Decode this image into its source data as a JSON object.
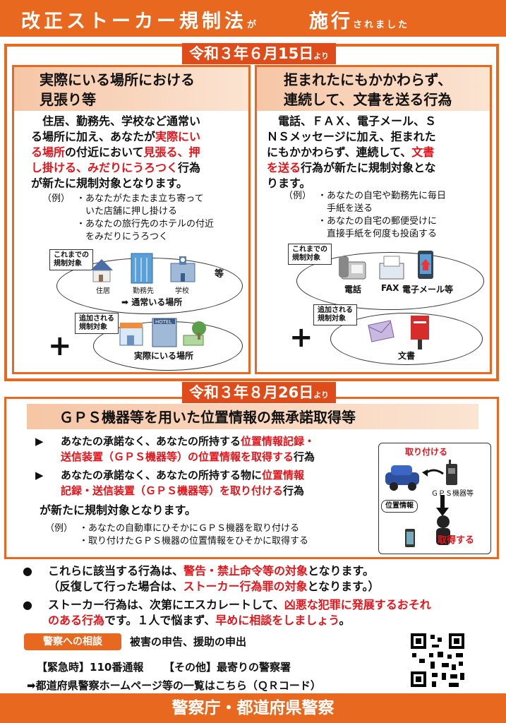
{
  "header": {
    "title_main": "改正ストーカー規制法",
    "title_ga": "が",
    "title_shiko": "施行",
    "title_tail": "されました"
  },
  "section1": {
    "date": "令和３年６月15日",
    "date_suffix": "より",
    "left": {
      "title_line1": "実際にいる場所における",
      "title_line2": "見張り等",
      "body": [
        [
          {
            "t": "　住居、勤務先、学校など通常い",
            "r": false
          }
        ],
        [
          {
            "t": "る場所に加え、あなたが",
            "r": false
          },
          {
            "t": "実際にい",
            "r": true
          }
        ],
        [
          {
            "t": "る場所",
            "r": true
          },
          {
            "t": "の付近において",
            "r": false
          },
          {
            "t": "見張る、押",
            "r": true
          }
        ],
        [
          {
            "t": "し掛ける、みだりにうろつく",
            "r": true
          },
          {
            "t": "行為",
            "r": false
          }
        ],
        [
          {
            "t": "が新たに規制対象となります。",
            "r": false
          }
        ]
      ],
      "example_label": "（例）",
      "examples": [
        "・あなたがたまたま立ち寄って",
        "　いた店舗に押し掛ける",
        "・あなたの旅行先のホテルの付近",
        "　をみだりにうろつく"
      ],
      "existing_tag": "これまでの\n規制対象",
      "existing_items": [
        "住居",
        "勤務先",
        "学校"
      ],
      "etc": "等",
      "existing_caption": "通常いる場所",
      "added_tag": "追加される\n規制対象",
      "hotel_sign": "HOTEL",
      "added_caption": "実際にいる場所"
    },
    "right": {
      "title_line1": "拒まれたにもかかわらず、",
      "title_line2": "連続して、文書を送る行為",
      "body": [
        [
          {
            "t": "　電話、ＦＡＸ、電子メール、Ｓ",
            "r": false
          }
        ],
        [
          {
            "t": "ＮＳメッセージに加え、拒まれた",
            "r": false
          }
        ],
        [
          {
            "t": "にもかかわらず、連続して、",
            "r": false
          },
          {
            "t": "文書",
            "r": true
          }
        ],
        [
          {
            "t": "を送る",
            "r": true
          },
          {
            "t": "行為が新たに規制対象とな",
            "r": false
          }
        ],
        [
          {
            "t": "ります。",
            "r": false
          }
        ]
      ],
      "example_label": "（例）",
      "examples": [
        "・あなたの自宅や勤務先に毎日",
        "　手紙を送る",
        "・あなたの自宅の郵便受けに",
        "　直接手紙を何度も投函する"
      ],
      "existing_tag": "これまでの\n規制対象",
      "existing_items": [
        "電話",
        "FAX",
        "電子メール等"
      ],
      "added_tag": "追加される\n規制対象",
      "added_caption": "文書"
    }
  },
  "section2": {
    "date": "令和３年８月26日",
    "date_suffix": "より",
    "title": "ＧＰＳ機器等を用いた位置情報の無承諾取得等",
    "bullet_mark": "▶",
    "bullets": [
      [
        [
          {
            "t": "あなたの承諾なく、あなたの所持する",
            "r": false
          },
          {
            "t": "位置情報記録・",
            "r": true
          }
        ],
        [
          {
            "t": "送信装置（ＧＰＳ機器等）の位置情報を取得する",
            "r": true
          },
          {
            "t": "行為",
            "r": false
          }
        ]
      ],
      [
        [
          {
            "t": "あなたの承諾なく、あなたの所持する物に",
            "r": false
          },
          {
            "t": "位置情報",
            "r": true
          }
        ],
        [
          {
            "t": "記録・送信装置（ＧＰＳ機器等）を取り付ける",
            "r": true
          },
          {
            "t": "行為",
            "r": false
          }
        ]
      ]
    ],
    "conclusion": "が新たに規制対象となります。",
    "example_label": "（例）",
    "examples": [
      "・あなたの自動車にひそかにＧＰＳ機器を取り付ける",
      "・取り付けたＧＰＳ機器の位置情報をひそかに取得する"
    ],
    "diagram": {
      "attach": "取り付ける",
      "gps": "ＧＰＳ機器等",
      "location": "位置情報",
      "acquire": "取得する"
    }
  },
  "notes": {
    "bullet_mark": "●",
    "items": [
      [
        [
          {
            "t": "これらに該当する行為は、",
            "r": false
          },
          {
            "t": "警告・禁止命令等の対象",
            "r": true
          },
          {
            "t": "となります。",
            "r": false
          }
        ],
        [
          {
            "t": "（反復して行った場合は、",
            "r": false
          },
          {
            "t": "ストーカー行為罪の対象",
            "r": true
          },
          {
            "t": "となります。）",
            "r": false
          }
        ]
      ],
      [
        [
          {
            "t": "ストーカー行為は、次第にエスカレートして、",
            "r": false
          },
          {
            "t": "凶悪な犯罪に発展するおそれ",
            "r": true
          }
        ],
        [
          {
            "t": "のある行為",
            "r": true
          },
          {
            "t": "です。１人で悩まず、",
            "r": false
          },
          {
            "t": "早めに相談をしましょう",
            "r": true
          },
          {
            "t": "。",
            "r": false
          }
        ]
      ]
    ]
  },
  "contact": {
    "button": "警察への相談",
    "desc": "被害の申告、援助の申出",
    "emergency_label": "【緊急時】",
    "emergency_value": "110番通報",
    "other_label": "【その他】",
    "other_value": "最寄りの警察署",
    "link_arrow": "➡",
    "link_text": "都道府県警察ホームページ等の一覧はこちら（ＱＲコード）"
  },
  "footer": {
    "text": "警察庁・都道府県警察"
  },
  "colors": {
    "orange": "#e8681f",
    "date_red": "#e04b1a",
    "red_text": "#e3141a"
  }
}
